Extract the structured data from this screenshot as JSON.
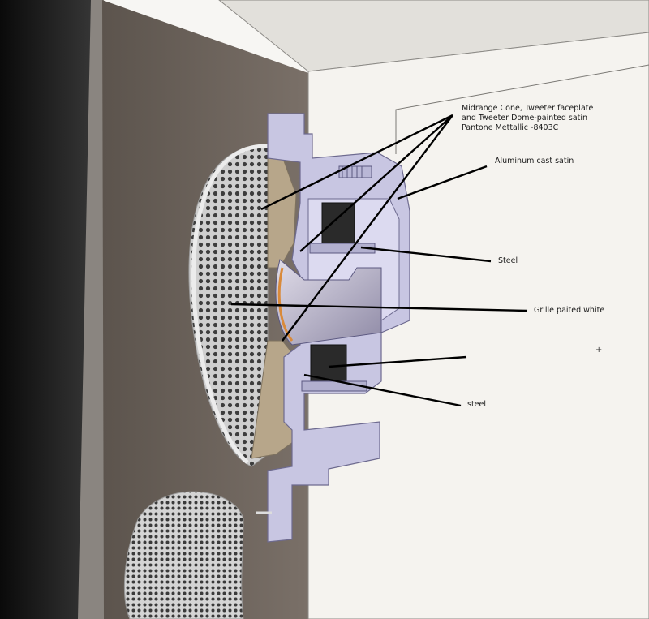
{
  "callouts": {
    "cone": {
      "line1": "Midrange Cone, Tweeter faceplate",
      "line2": "and Tweeter Dome-painted satin",
      "line3": "Pantone Mettallic -8403C"
    },
    "aluminum": "Aluminum cast satin",
    "steel_upper": "Steel",
    "grille": "Grille paited white",
    "steel_lower": "steel"
  },
  "marker": "+",
  "colors": {
    "baffle": "#6f665e",
    "cabinet_face": "#f4f2ee",
    "cabinet_top": "#e3e1dc",
    "housing": "#c9c7e3",
    "magnet": "#2b2b2b",
    "cone_tan": "#b9a88c",
    "grille_metal": "#d6d6d6",
    "leader_line": "#000000"
  }
}
